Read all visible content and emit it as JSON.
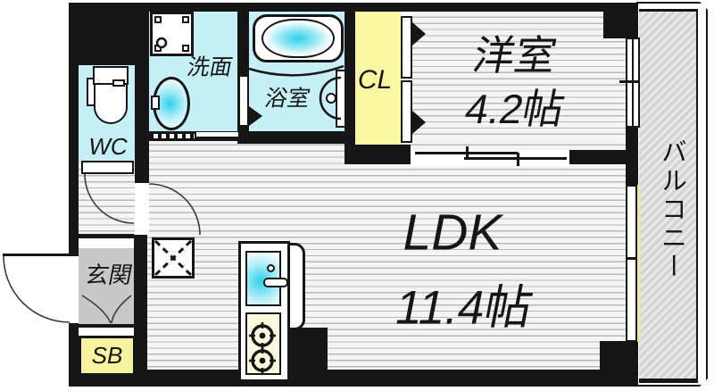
{
  "rooms": {
    "wc": {
      "label": "WC"
    },
    "washroom": {
      "label": "洗面"
    },
    "bathroom": {
      "label": "浴室"
    },
    "closet": {
      "label": "CL"
    },
    "western_room": {
      "label": "洋室",
      "size": "4.2帖"
    },
    "ldk": {
      "label": "LDK",
      "size": "11.4帖"
    },
    "entrance": {
      "label": "玄関"
    },
    "shoe_box": {
      "label": "SB"
    },
    "balcony": {
      "label": "バルコニー"
    }
  },
  "icons": {
    "bathtub": "bathtub-icon",
    "toilet": "toilet-icon",
    "washing_machine": "washing-machine-icon",
    "vanity_sink": "vanity-sink-icon",
    "kitchen_sink": "kitchen-sink-icon",
    "stove": "stove-burners-icon",
    "refrigerator_space": "refrigerator-space-icon",
    "door_swing": "door-arc-icon"
  },
  "colors": {
    "wall": "#161616",
    "water_room_fill": "#c6eff6",
    "closet_fill": "#faf7a3",
    "shoe_box_fill": "#f7f3a0",
    "entrance_fill": "#c8c8c8",
    "floor_base": "#f5f5f5",
    "floor_stripe": "#b9b9b9",
    "balcony_hatch": "#d4d4d4",
    "window_accent": "#e9e5ad"
  }
}
